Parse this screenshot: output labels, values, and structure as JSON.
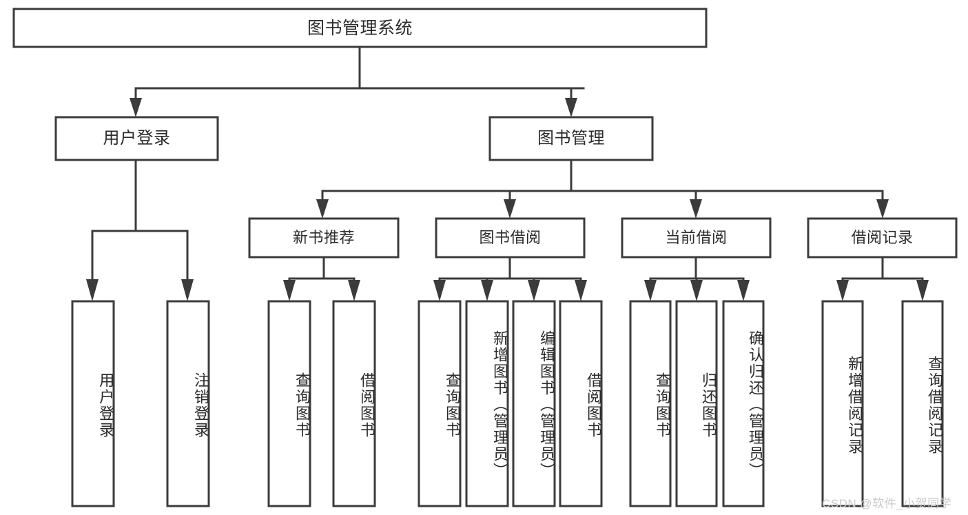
{
  "diagram": {
    "title": "图书管理系统",
    "watermark": "CSDN @软件_小贺同学",
    "type": "tree-hierarchy-diagram",
    "colors": {
      "stroke": "#3b3b3b",
      "fill": "#ffffff",
      "text": "#2b2b2b",
      "watermark": "#c9c9c9"
    },
    "root": {
      "label": "图书管理系统"
    },
    "level2": [
      {
        "label": "用户登录"
      },
      {
        "label": "图书管理"
      }
    ],
    "level3": [
      {
        "label": "新书推荐"
      },
      {
        "label": "图书借阅"
      },
      {
        "label": "当前借阅"
      },
      {
        "label": "借阅记录"
      }
    ],
    "leaves": [
      {
        "label": "用户登录",
        "parent": "用户登录"
      },
      {
        "label": "注销登录",
        "parent": "用户登录"
      },
      {
        "label": "查询图书",
        "parent": "新书推荐"
      },
      {
        "label": "借阅图书",
        "parent": "新书推荐"
      },
      {
        "label": "查询图书",
        "parent": "图书借阅"
      },
      {
        "label": "新增图书（管理员）",
        "parent": "图书借阅"
      },
      {
        "label": "编辑图书（管理员）",
        "parent": "图书借阅"
      },
      {
        "label": "借阅图书",
        "parent": "图书借阅"
      },
      {
        "label": "查询图书",
        "parent": "当前借阅"
      },
      {
        "label": "归还图书",
        "parent": "当前借阅"
      },
      {
        "label": "确认归还（管理员）",
        "parent": "当前借阅"
      },
      {
        "label": "新增借阅记录",
        "parent": "借阅记录"
      },
      {
        "label": "查询借阅记录",
        "parent": "借阅记录"
      }
    ]
  }
}
